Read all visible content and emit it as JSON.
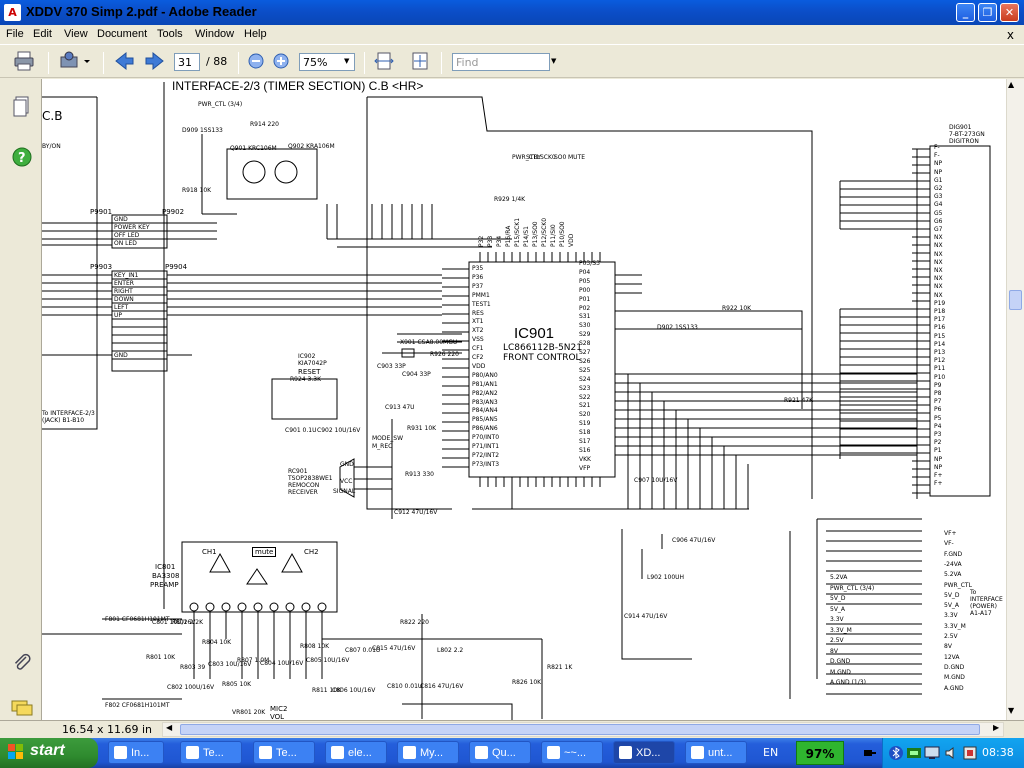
{
  "window": {
    "title": "XDDV 370 Simp 2.pdf - Adobe Reader",
    "min": "_",
    "max": "❐",
    "close": "✕"
  },
  "menu": {
    "items": [
      "File",
      "Edit",
      "View",
      "Document",
      "Tools",
      "Window",
      "Help"
    ],
    "close_x": "x"
  },
  "toolbar": {
    "page_current": "31",
    "page_total": "/ 88",
    "zoom": "75%",
    "find_placeholder": "Find"
  },
  "document": {
    "title": "INTERFACE-2/3 (TIMER SECTION) C.B <HR>",
    "ic_main": {
      "name": "IC901",
      "part": "LC866112B-5N21",
      "desc": "FRONT CONTROL"
    },
    "ic_preamp": {
      "name": "IC801",
      "part": "BA3308",
      "desc": "PREAMP"
    },
    "ic_reset": {
      "name": "IC902",
      "part": "KIA7042P",
      "desc": "RESET"
    },
    "remocon": {
      "ref": "RC901",
      "part": "TSOP2838WE1",
      "line1": "REMOCON",
      "line2": "RECEIVER",
      "pins": [
        "GND",
        "VCC",
        "SIGNAL"
      ]
    },
    "display": {
      "ref": "DIG901",
      "part": "7-BT-273GN",
      "maker": "DIGITRON"
    },
    "connectors": {
      "p9901": {
        "ref": "P9901",
        "peer": "P9902",
        "lines": [
          "GND",
          "POWER KEY",
          "OFF LED",
          "ON LED"
        ]
      },
      "p9903": {
        "ref": "P9903",
        "peer": "P9904",
        "lines": [
          "KEY_IN1",
          "ENTER",
          "RIGHT",
          "DOWN",
          "LEFT",
          "UP",
          "",
          "",
          "",
          "",
          "GND",
          ""
        ]
      }
    },
    "misc": {
      "left_cut": "C.B",
      "standby": "BY/ON",
      "to_interface_left": "To INTERFACE-2/3 (JACK) B1-B10",
      "to_interface_right": "To INTERFACE (POWER) A1-A17",
      "mute": "mute",
      "ch1": "CH1",
      "ch2": "CH2",
      "mic_vol": "MIC2 VOL",
      "mode_sw": "MODE_SW",
      "m_rec": "M_REC",
      "xtal": "X901 CSA8.00MGU"
    },
    "rail_labels": [
      "5.2VA",
      "PWR_CTL (3/4)",
      "5V_D",
      "5V_A",
      "3.3V",
      "3.3V_M",
      "2.5V",
      "8V",
      "D.GND",
      "M.GND",
      "A.GND (1/3)"
    ],
    "right_a_labels": [
      "VF+",
      "VF-",
      "F.GND",
      "-24VA",
      "5.2VA",
      "PWR_CTL",
      "5V_D",
      "5V_A",
      "3.3V",
      "3.3V_M",
      "2.5V",
      "8V",
      "12VA",
      "D.GND",
      "M.GND",
      "A.GND"
    ],
    "grid_labels": [
      "F-",
      "F-",
      "NP",
      "NP",
      "G1",
      "G2",
      "G3",
      "G4",
      "G5",
      "G6",
      "G7",
      "NX",
      "NX",
      "NX",
      "NX",
      "NX",
      "NX",
      "NX",
      "NX",
      "P19",
      "P18",
      "P17",
      "P16",
      "P15",
      "P14",
      "P13",
      "P12",
      "P11",
      "P10",
      "P9",
      "P8",
      "P7",
      "P6",
      "P5",
      "P4",
      "P3",
      "P2",
      "P1",
      "NP",
      "NP",
      "F+",
      "F+"
    ],
    "ic_left_pins": [
      "P35",
      "P36",
      "P37",
      "PMM1",
      "TEST1",
      "RES",
      "XT1",
      "XT2",
      "VSS",
      "CF1",
      "CF2",
      "VDD",
      "P80/AN0",
      "P81/AN1",
      "P82/AN2",
      "P83/AN3",
      "P84/AN4",
      "P85/AN5",
      "P86/AN6",
      "P70/INT0",
      "P71/INT1",
      "P72/INT2",
      "P73/INT3"
    ],
    "ic_right_pins": [
      "P03/S3",
      "P04",
      "P05",
      "P00",
      "P01",
      "P02",
      "S31",
      "S30",
      "S29",
      "S28",
      "S27",
      "S26",
      "S25",
      "S24",
      "S23",
      "S22",
      "S21",
      "S20",
      "S19",
      "S18",
      "S17",
      "S16",
      "VKK",
      "VFP"
    ],
    "ic_top_pins": [
      "P32",
      "P33",
      "P34",
      "P16/RA",
      "P15/SCK1",
      "P14/S1",
      "P13/SO0",
      "P12/SCK0",
      "P11/SI0",
      "P10/SO0",
      "VDD"
    ],
    "comp_labels": [
      "D909 1SS133",
      "R914 220",
      "Q901 KRC106M",
      "Q902 KRA106M",
      "R918 10K",
      "R929 1/4K",
      "R922 10K",
      "D902 1SS133",
      "R921 47K",
      "R926 220",
      "R931 10K",
      "R913 330",
      "C912 47U/16V",
      "C907 10U/16V",
      "C906 47U/16V",
      "C914 47U/16V",
      "L902 100UH",
      "C901 0.1U",
      "C902 10U/16V",
      "C903 33P",
      "C904 33P",
      "C913 47U",
      "R924 3.3K"
    ],
    "preamp_labels": [
      "F801 CF0681H101MT",
      "C801 10U/16V",
      "R801 10K",
      "R802 2.2K",
      "R804 10K",
      "R803 39",
      "C803 10U/16V",
      "R805 10K",
      "R807 1.0M",
      "C804 10U/16V",
      "R808 10K",
      "C805 10U/16V",
      "R811 10K",
      "C806 10U/16V",
      "C807 0.01U",
      "C815 47U/16V",
      "R822 220",
      "L802 2.2",
      "C810 0.01U",
      "C816 47U/16V",
      "R826 10K",
      "R821 1K",
      "C802 100U/16V",
      "F802 CF0681H101MT",
      "VR801 20K"
    ],
    "top_signals": [
      "PWR_CTL (3/4)",
      "PWR_CTL",
      "STBY",
      "SCK0",
      "SO0",
      "MUTE"
    ]
  },
  "status": {
    "page_size": "16.54 x 11.69 in"
  },
  "taskbar": {
    "start": "start",
    "tasks": [
      "In...",
      "Te...",
      "Te...",
      "ele...",
      "My...",
      "Qu...",
      "~~...",
      "XD...",
      "unt..."
    ],
    "lang": "EN",
    "battery": "97%",
    "clock": "08:38"
  }
}
